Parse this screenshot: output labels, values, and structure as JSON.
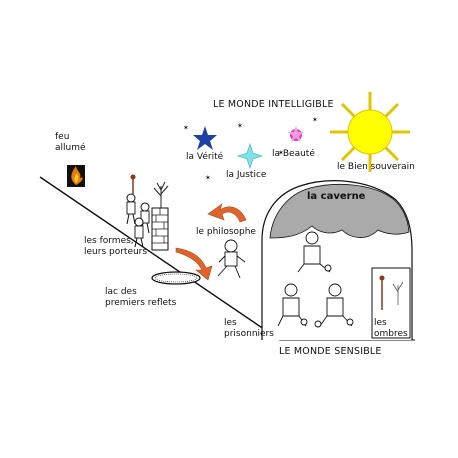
{
  "title_top": "LE MONDE INTELLIGIBLE",
  "title_bottom": "LE MONDE SENSIBLE",
  "ideas": {
    "verite": "la Vérité",
    "beaute": "la Beauté",
    "justice": "la Justice",
    "bien": "le Bien souverain"
  },
  "labels": {
    "feu": "feu\nallumé",
    "formes": "les formes,\nleurs porteurs",
    "lac": "lac des\npremiers reflets",
    "philosophe": "le philosophe",
    "caverne": "la caverne",
    "prisonniers": "les\nprisonniers",
    "ombres": "les\nombres"
  },
  "colors": {
    "star_blue": "#1f3fa8",
    "star_cyan": "#7fe3e6",
    "star_magenta": "#e23cb8",
    "sun": "#ffff00",
    "cave": "#aaaaaa",
    "arrow": "#e0642a",
    "fire": "#e87a10"
  }
}
